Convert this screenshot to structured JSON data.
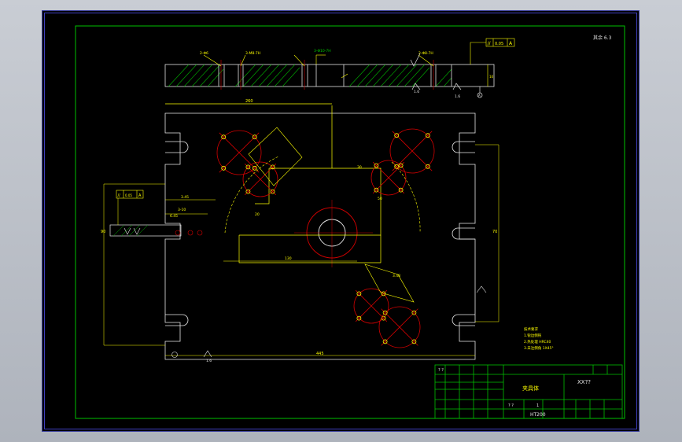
{
  "drawing": {
    "roughness_corner": "其余 6.3",
    "parallel_symbol": "//",
    "parallelism_tol": "0.05",
    "datum_letter": "A",
    "datum_mark": "A",
    "roughness_16": "1.6",
    "left_tolerance": "0.05",
    "left_datum": "A",
    "top_dims": [
      "2-Φ6",
      "3-M8-7H",
      "3-Φ10-7H",
      "2-Φ8-7H"
    ],
    "dims": {
      "width_top": "260",
      "height_left": "90",
      "dim_left_1": "3.45",
      "dim_left_2": "6.45",
      "dim_left_3": "3-10",
      "dim_center_h": "130",
      "dim_right_v": "70",
      "dim_lower": "3.48",
      "dim_bottom": "445",
      "dim_mid": "50",
      "dim_1": "10",
      "dim_2": "30",
      "dim_3": "20"
    },
    "tech_req": [
      "技术要求",
      "1.锐边倒钝",
      "2.热处理 HRC40",
      "3.未注倒角 1X45°"
    ]
  },
  "title_block": {
    "part_name": "夹具体",
    "drawing_no": "XX??",
    "material": "HT200",
    "qty": "1",
    "scale": "? ?",
    "marks": "? ?"
  }
}
